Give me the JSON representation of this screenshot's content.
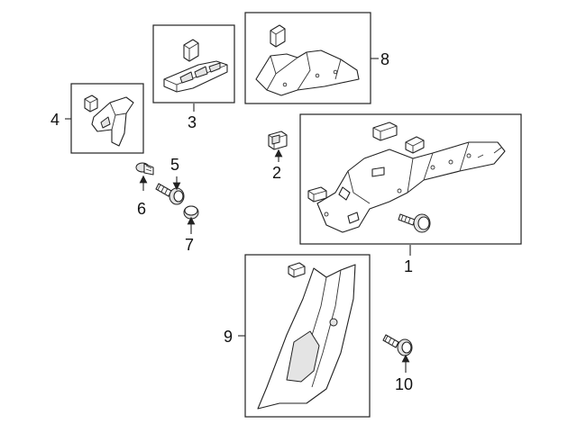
{
  "callouts": {
    "c1": "1",
    "c2": "2",
    "c3": "3",
    "c4": "4",
    "c5": "5",
    "c6": "6",
    "c7": "7",
    "c8": "8",
    "c9": "9",
    "c10": "10"
  },
  "colors": {
    "line": "#222222",
    "shade": "#e4e4e4",
    "background": "#ffffff"
  }
}
